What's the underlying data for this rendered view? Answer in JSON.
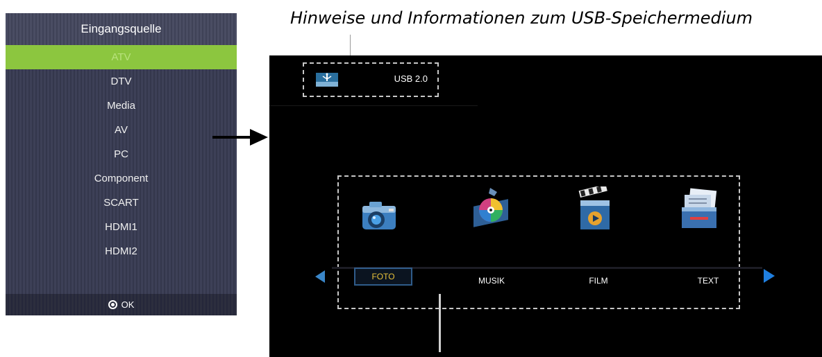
{
  "annotation": {
    "text": "Hinweise und Informationen zum USB-Speichermedium"
  },
  "source_menu": {
    "title": "Eingangsquelle",
    "items": [
      {
        "label": "ATV",
        "selected": true
      },
      {
        "label": "DTV",
        "selected": false
      },
      {
        "label": "Media",
        "selected": false
      },
      {
        "label": "AV",
        "selected": false
      },
      {
        "label": "PC",
        "selected": false
      },
      {
        "label": "Component",
        "selected": false
      },
      {
        "label": "SCART",
        "selected": false
      },
      {
        "label": "HDMI1",
        "selected": false
      },
      {
        "label": "HDMI2",
        "selected": false
      }
    ],
    "footer": {
      "icon": "ok-button-icon",
      "label": "OK"
    },
    "colors": {
      "panel": "#3d4057",
      "highlight": "#8cc63f"
    }
  },
  "tv_screen": {
    "usb_device": {
      "icon": "usb-drive-icon",
      "label": "USB 2.0"
    },
    "media_categories": [
      {
        "label": "FOTO",
        "icon": "camera-icon",
        "selected": true
      },
      {
        "label": "MUSIK",
        "icon": "music-disc-icon",
        "selected": false
      },
      {
        "label": "FILM",
        "icon": "clapperboard-icon",
        "selected": false
      },
      {
        "label": "TEXT",
        "icon": "document-icon",
        "selected": false
      }
    ],
    "colors": {
      "background": "#000000",
      "selected_text": "#e8c23a",
      "nav_arrow": "#1f7fe0"
    }
  }
}
